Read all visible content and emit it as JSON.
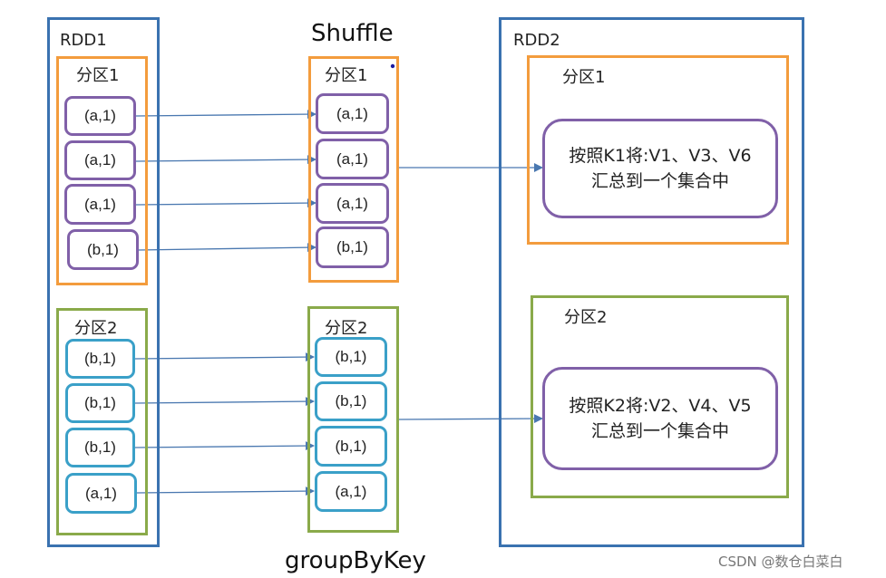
{
  "shuffle_title": "Shuffle",
  "operation_label": "groupByKey",
  "rdd1": {
    "label": "RDD1",
    "partitions": [
      {
        "label": "分区1",
        "records": [
          "(a,1)",
          "(a,1)",
          "(a,1)",
          "(b,1)"
        ]
      },
      {
        "label": "分区2",
        "records": [
          "(b,1)",
          "(b,1)",
          "(b,1)",
          "(a,1)"
        ]
      }
    ]
  },
  "shuffle": {
    "partitions": [
      {
        "label": "分区1",
        "records": [
          "(a,1)",
          "(a,1)",
          "(a,1)",
          "(b,1)"
        ]
      },
      {
        "label": "分区2",
        "records": [
          "(b,1)",
          "(b,1)",
          "(b,1)",
          "(a,1)"
        ]
      }
    ]
  },
  "rdd2": {
    "label": "RDD2",
    "partitions": [
      {
        "label": "分区1",
        "line1": "按照K1将:V1、V3、V6",
        "line2": "汇总到一个集合中"
      },
      {
        "label": "分区2",
        "line1": "按照K2将:V2、V4、V5",
        "line2": "汇总到一个集合中"
      }
    ]
  },
  "watermark": "CSDN @数仓白菜白",
  "colors": {
    "rdd_border": "#3a72b0",
    "partition1_border": "#f39c3d",
    "partition2_border": "#8aaa4a",
    "record_border_partition1": "#8060a8",
    "record_border_partition2": "#3aa0c8",
    "arrow": "#4a78b0"
  }
}
